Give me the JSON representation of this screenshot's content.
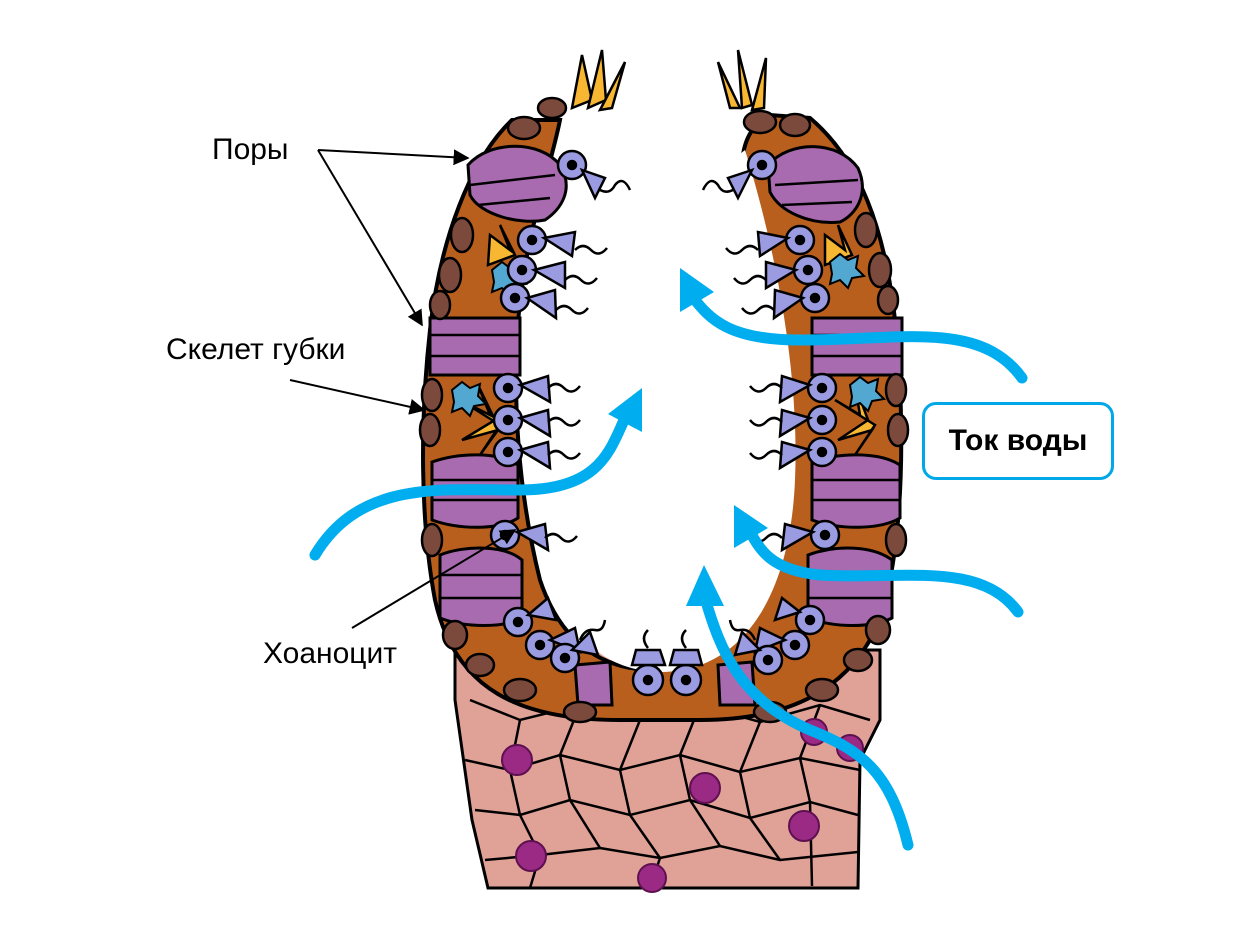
{
  "labels": {
    "pores": "Поры",
    "skeleton": "Скелет губки",
    "choanocyte": "Хоаноцит",
    "water_flow": "Ток воды"
  },
  "colors": {
    "mesohyl": "#b85f1e",
    "porocyte": "#a86bb0",
    "choanocyte": "#9a9be0",
    "pinacocyte": "#7b4a3c",
    "base_tissue": "#e0a197",
    "base_nucleus": "#9a2a84",
    "spicule": "#f7b733",
    "amoebocyte": "#52a8d0",
    "water_arrow": "#00aeef"
  }
}
